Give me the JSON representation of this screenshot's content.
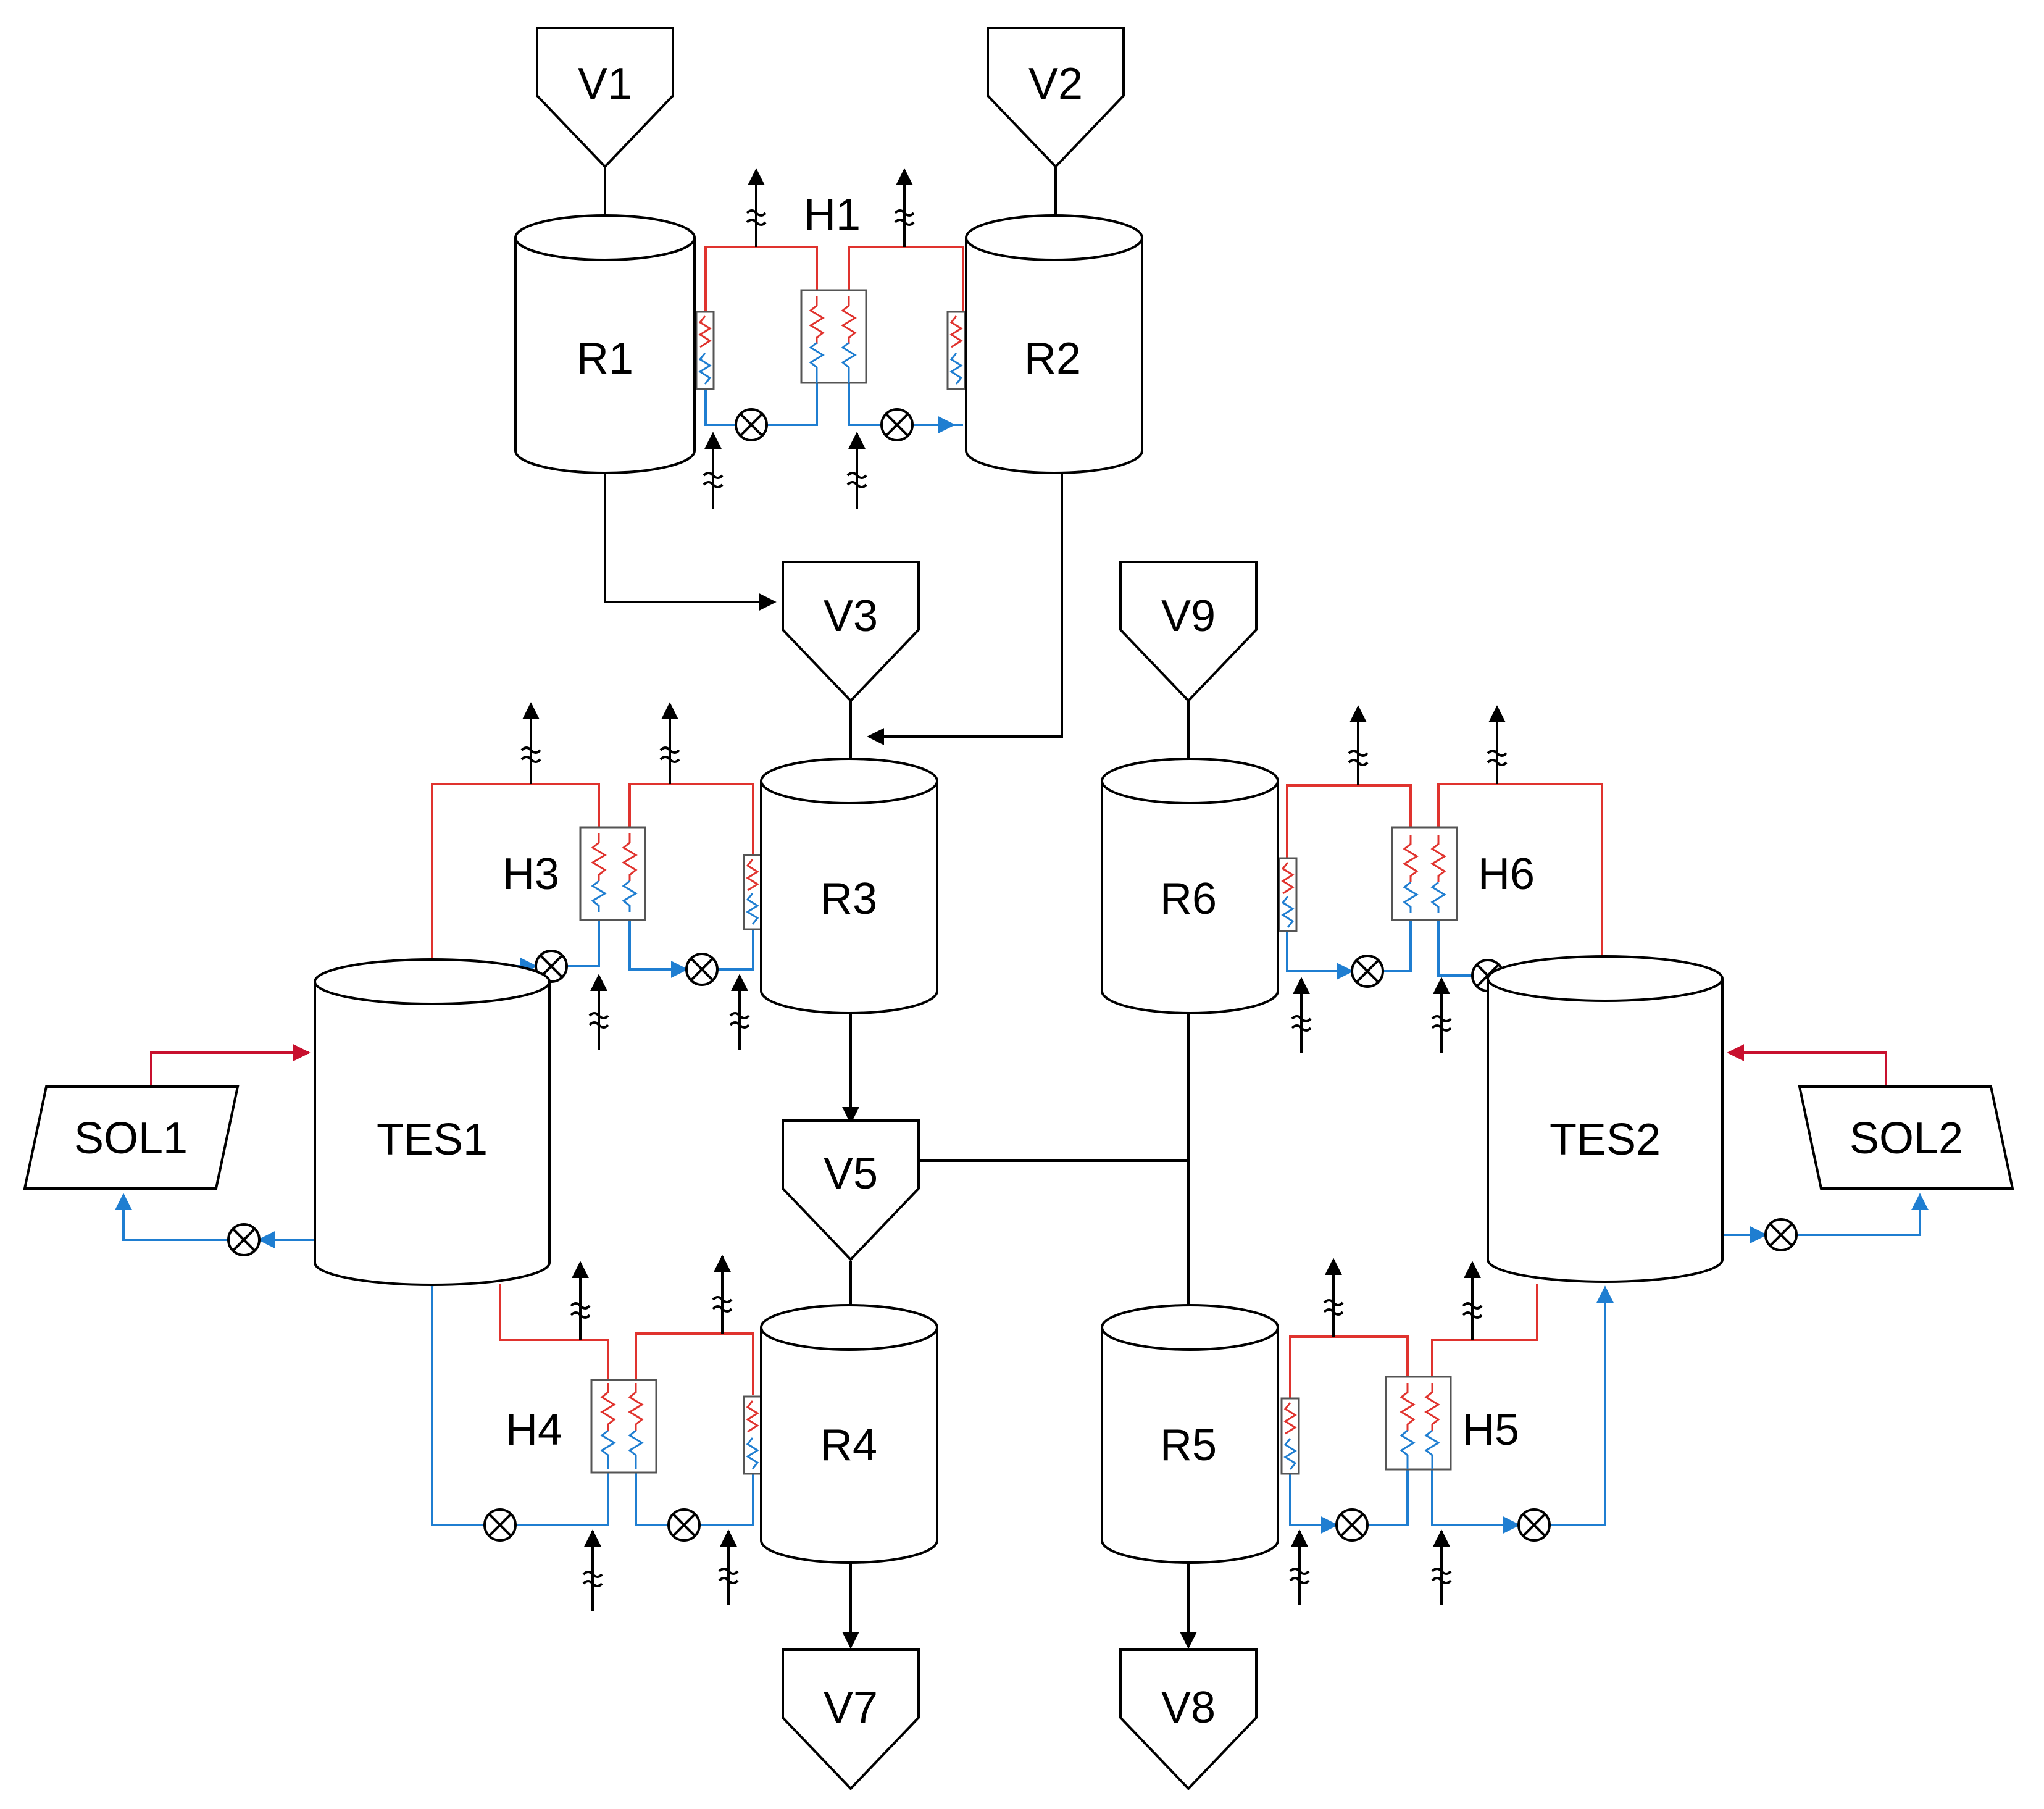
{
  "title": "",
  "colors": {
    "hot": "#e0332e",
    "cold": "#1f7ed1",
    "process": "#000000"
  },
  "vessels": [
    {
      "id": "v1",
      "label": "V1"
    },
    {
      "id": "v2",
      "label": "V2"
    },
    {
      "id": "v3",
      "label": "V3"
    },
    {
      "id": "v5",
      "label": "V5"
    },
    {
      "id": "v7",
      "label": "V7"
    },
    {
      "id": "v8",
      "label": "V8"
    },
    {
      "id": "v9",
      "label": "V9"
    }
  ],
  "reactors": [
    {
      "id": "r1",
      "label": "R1"
    },
    {
      "id": "r2",
      "label": "R2"
    },
    {
      "id": "r3",
      "label": "R3"
    },
    {
      "id": "r4",
      "label": "R4"
    },
    {
      "id": "r5",
      "label": "R5"
    },
    {
      "id": "r6",
      "label": "R6"
    }
  ],
  "storage": [
    {
      "id": "tes1",
      "label": "TES1"
    },
    {
      "id": "tes2",
      "label": "TES2"
    }
  ],
  "solar": [
    {
      "id": "sol1",
      "label": "SOL1"
    },
    {
      "id": "sol2",
      "label": "SOL2"
    }
  ],
  "heat_exchangers": [
    {
      "id": "h1",
      "label": "H1"
    },
    {
      "id": "h3",
      "label": "H3"
    },
    {
      "id": "h4",
      "label": "H4"
    },
    {
      "id": "h5",
      "label": "H5"
    },
    {
      "id": "h6",
      "label": "H6"
    }
  ],
  "icons": {
    "pump": "pump-icon",
    "vent": "vent-arrow-icon",
    "coil": "heating-coil-icon"
  }
}
